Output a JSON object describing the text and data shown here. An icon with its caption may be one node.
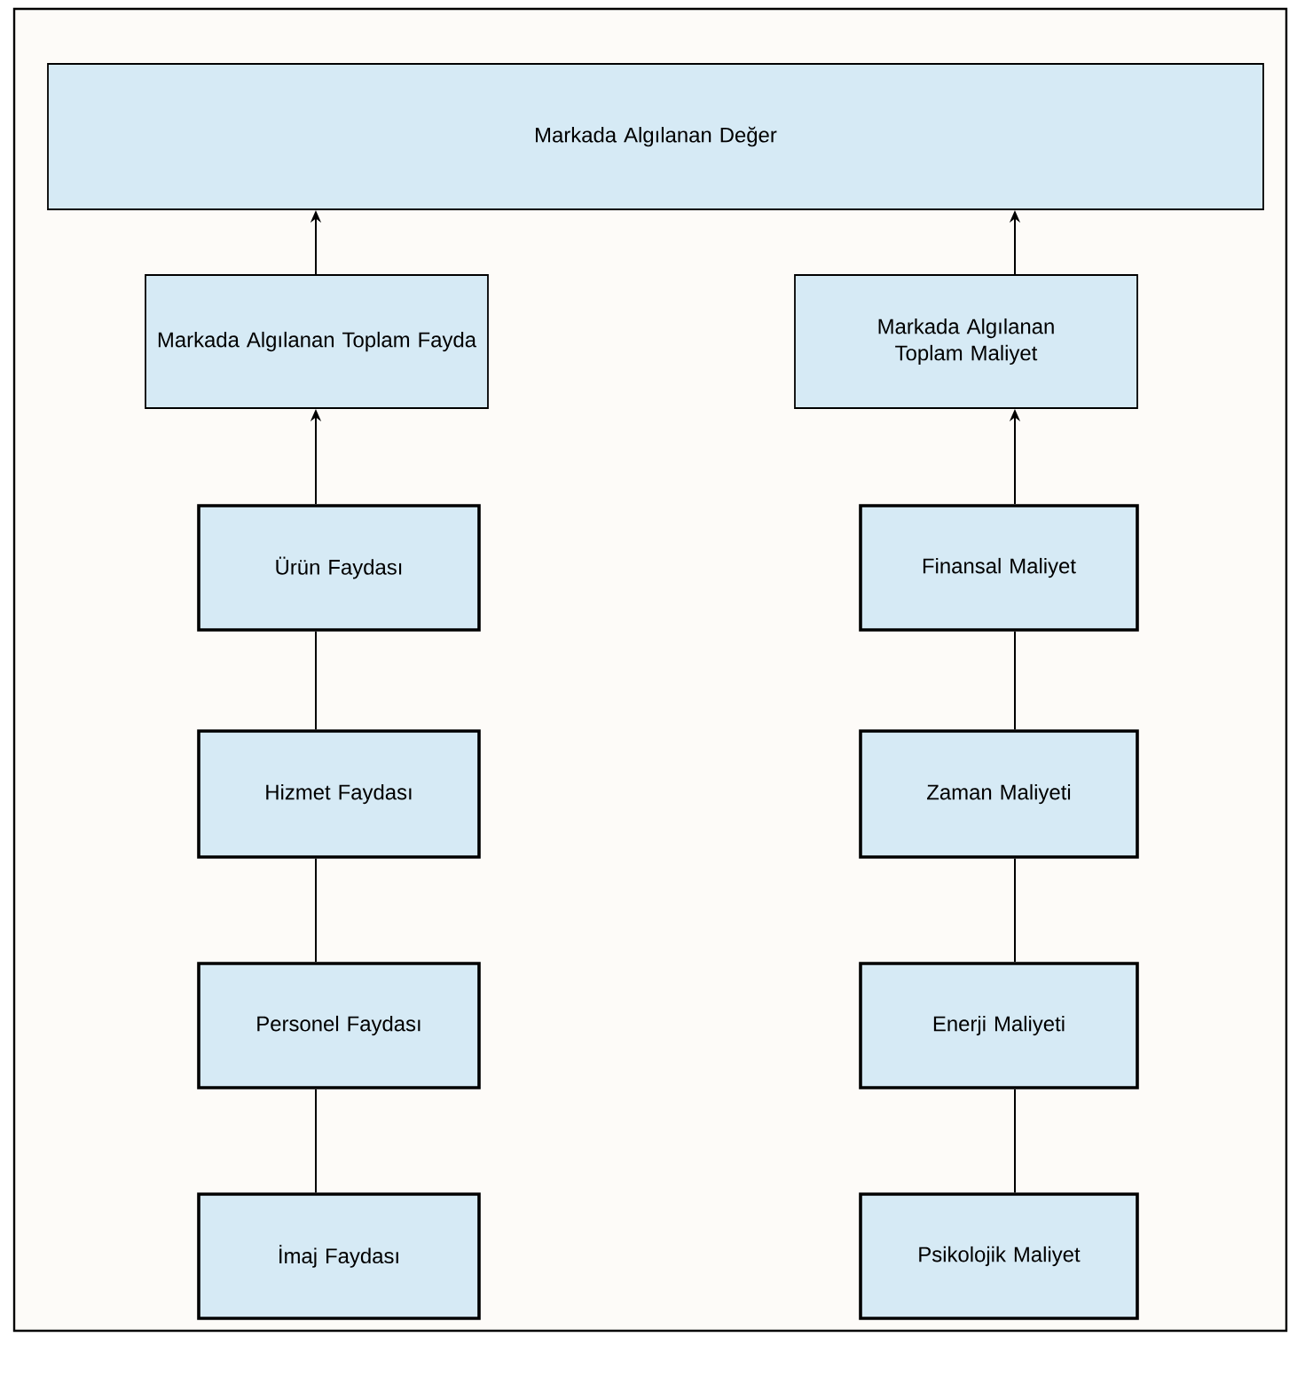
{
  "diagram": {
    "nodes": [
      {
        "text": [
          "Markada Algılanan Değer"
        ]
      },
      {
        "text": [
          "Markada Algılanan Toplam Fayda"
        ]
      },
      {
        "text": [
          "Markada Algılanan Toplam Maliyet"
        ]
      },
      {
        "text": [
          "Ürün Faydası"
        ]
      },
      {
        "text": [
          "Finansal Maliyet"
        ]
      },
      {
        "text": [
          "Hizmet Faydası"
        ]
      },
      {
        "text": [
          "Zaman Maliyeti"
        ]
      },
      {
        "text": [
          "Personel Faydası"
        ]
      },
      {
        "text": [
          "Enerji Maliyeti"
        ]
      },
      {
        "text": [
          "İmaj Faydası"
        ]
      },
      {
        "text": [
          "Psikolojik Maliyet"
        ]
      }
    ],
    "edges": [
      {
        "from": 1,
        "to": 0,
        "arrow": "to"
      },
      {
        "from": 2,
        "to": 0,
        "arrow": "to"
      },
      {
        "from": 3,
        "to": 1,
        "arrow": "to"
      },
      {
        "from": 4,
        "to": 2,
        "arrow": "to"
      },
      {
        "from": 5,
        "to": 3,
        "arrow": "none"
      },
      {
        "from": 7,
        "to": 5,
        "arrow": "none"
      },
      {
        "from": 9,
        "to": 7,
        "arrow": "none"
      },
      {
        "from": 6,
        "to": 4,
        "arrow": "none"
      },
      {
        "from": 8,
        "to": 6,
        "arrow": "none"
      },
      {
        "from": 10,
        "to": 8,
        "arrow": "none"
      }
    ]
  }
}
